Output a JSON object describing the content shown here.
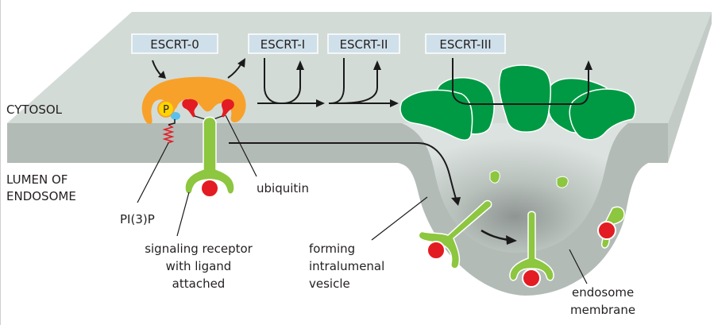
{
  "diagram": {
    "title": "ESCRT-mediated sorting of ubiquitylated receptors into intralumenal vesicles",
    "compartments": {
      "cytosol": "CYTOSOL",
      "lumen_line1": "LUMEN OF",
      "lumen_line2": "ENDOSOME"
    },
    "complexes": [
      {
        "id": "escrt0",
        "label": "ESCRT-0"
      },
      {
        "id": "escrt1",
        "label": "ESCRT-I"
      },
      {
        "id": "escrt2",
        "label": "ESCRT-II"
      },
      {
        "id": "escrt3",
        "label": "ESCRT-III"
      }
    ],
    "phosphate_symbol": "P",
    "callouts": {
      "ubiquitin": "ubiquitin",
      "pi3p": "PI(3)P",
      "receptor_line1": "signaling receptor",
      "receptor_line2": "with ligand",
      "receptor_line3": "attached",
      "vesicle_line1": "forming",
      "vesicle_line2": "intralumenal",
      "vesicle_line3": "vesicle",
      "membrane_line1": "endosome",
      "membrane_line2": "membrane"
    },
    "colors": {
      "membrane_top": "#d3dbd7",
      "membrane_front": "#b3bbb7",
      "escrt0": "#f7a12b",
      "escrt3": "#009a44",
      "receptor": "#8dc63f",
      "ligand": "#e31b23",
      "phosphate": "#ffd400",
      "label_box": "#cfe0ea"
    }
  }
}
